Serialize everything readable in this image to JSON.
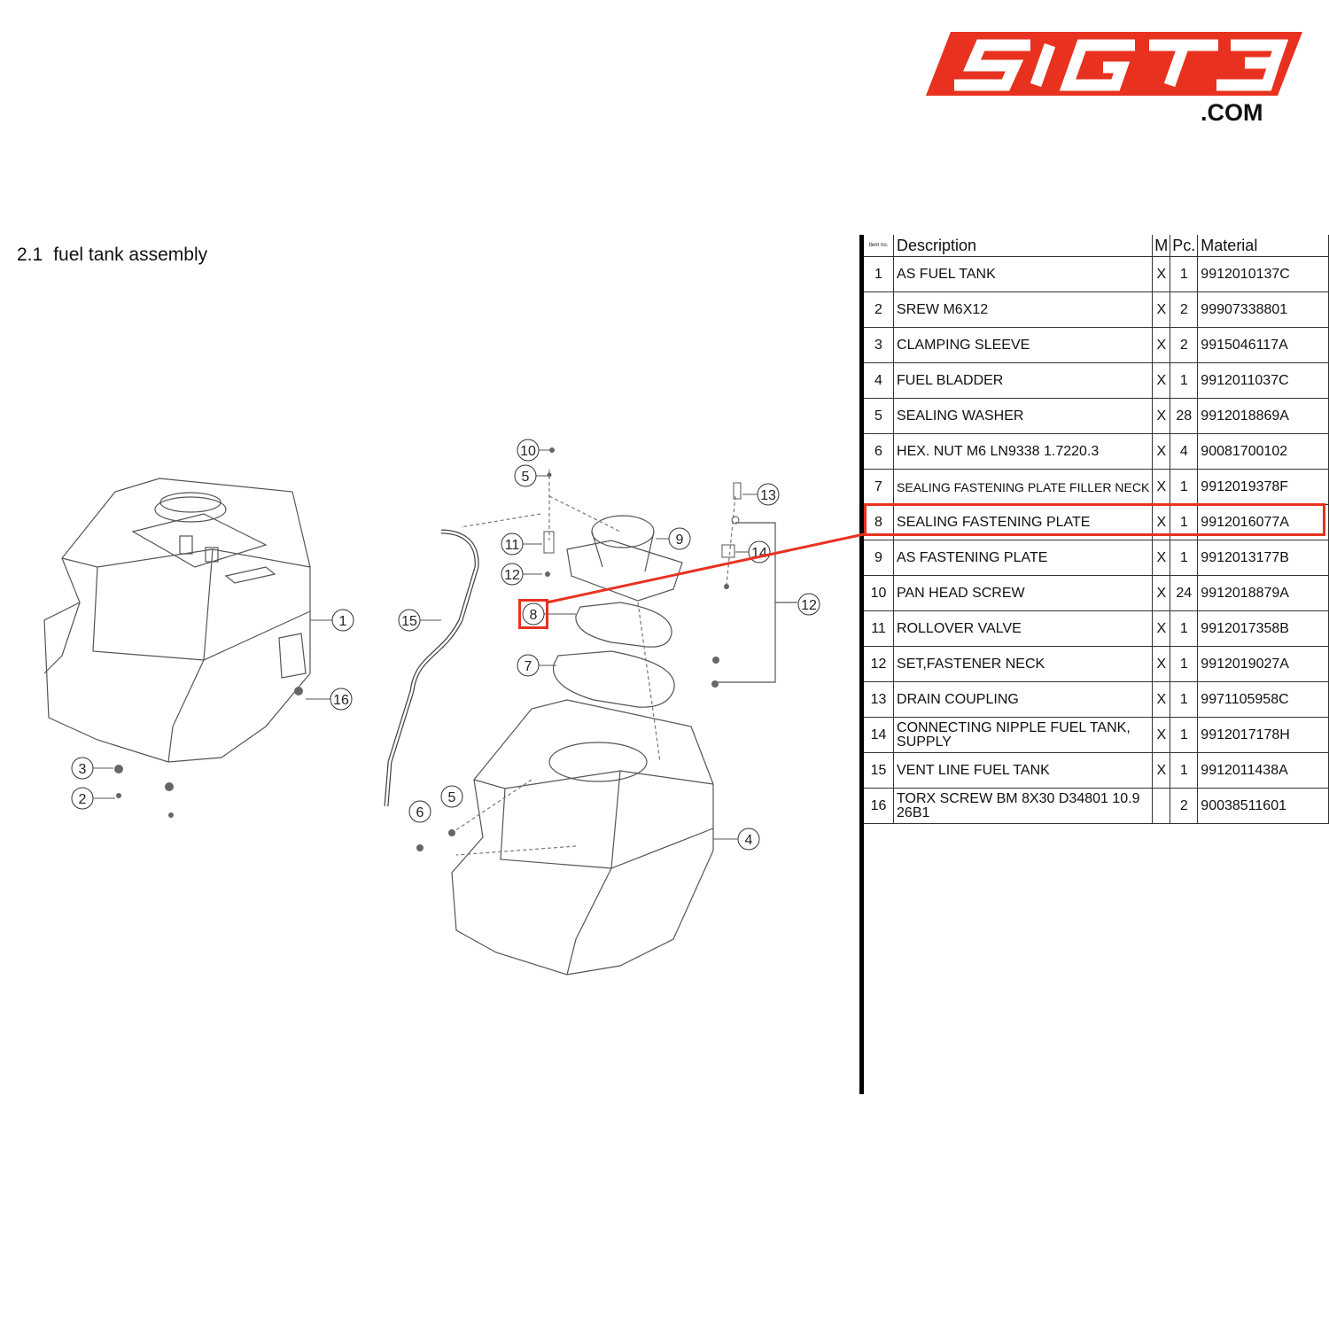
{
  "logo": {
    "brand": "5IGT3",
    "suffix": ".COM",
    "color": "#e8321f"
  },
  "section": {
    "number": "2.1",
    "title": "fuel tank assembly"
  },
  "table": {
    "headers": {
      "item_no": "Item no.",
      "description": "Description",
      "m": "M",
      "pc": "Pc.",
      "material": "Material"
    },
    "rows": [
      {
        "no": "1",
        "description": "AS FUEL TANK",
        "m": "X",
        "pc": "1",
        "material": "9912010137C"
      },
      {
        "no": "2",
        "description": "SREW M6X12",
        "m": "X",
        "pc": "2",
        "material": "99907338801"
      },
      {
        "no": "3",
        "description": "CLAMPING SLEEVE",
        "m": "X",
        "pc": "2",
        "material": "9915046117A"
      },
      {
        "no": "4",
        "description": "FUEL BLADDER",
        "m": "X",
        "pc": "1",
        "material": "9912011037C"
      },
      {
        "no": "5",
        "description": "SEALING WASHER",
        "m": "X",
        "pc": "28",
        "material": "9912018869A"
      },
      {
        "no": "6",
        "description": "HEX. NUT M6 LN9338 1.7220.3",
        "m": "X",
        "pc": "4",
        "material": "90081700102"
      },
      {
        "no": "7",
        "description": "SEALING FASTENING PLATE FILLER NECK",
        "m": "X",
        "pc": "1",
        "material": "9912019378F"
      },
      {
        "no": "8",
        "description": "SEALING FASTENING PLATE",
        "m": "X",
        "pc": "1",
        "material": "9912016077A"
      },
      {
        "no": "9",
        "description": "AS FASTENING PLATE",
        "m": "X",
        "pc": "1",
        "material": "9912013177B"
      },
      {
        "no": "10",
        "description": "PAN HEAD SCREW",
        "m": "X",
        "pc": "24",
        "material": "9912018879A"
      },
      {
        "no": "11",
        "description": "ROLLOVER VALVE",
        "m": "X",
        "pc": "1",
        "material": "9912017358B"
      },
      {
        "no": "12",
        "description": "SET,FASTENER NECK",
        "m": "X",
        "pc": "1",
        "material": "9912019027A"
      },
      {
        "no": "13",
        "description": "DRAIN COUPLING",
        "m": "X",
        "pc": "1",
        "material": "9971105958C"
      },
      {
        "no": "14",
        "description": "CONNECTING NIPPLE FUEL TANK, SUPPLY",
        "m": "X",
        "pc": "1",
        "material": "9912017178H"
      },
      {
        "no": "15",
        "description": "VENT LINE FUEL TANK",
        "m": "X",
        "pc": "1",
        "material": "9912011438A"
      },
      {
        "no": "16",
        "description": "TORX SCREW BM 8X30 D34801 10.9 26B1",
        "m": "",
        "pc": "2",
        "material": "90038511601"
      }
    ],
    "highlighted_item": "8"
  },
  "callouts": [
    "1",
    "2",
    "3",
    "4",
    "5",
    "5",
    "6",
    "7",
    "8",
    "9",
    "10",
    "11",
    "12",
    "12",
    "13",
    "14",
    "15",
    "16"
  ]
}
